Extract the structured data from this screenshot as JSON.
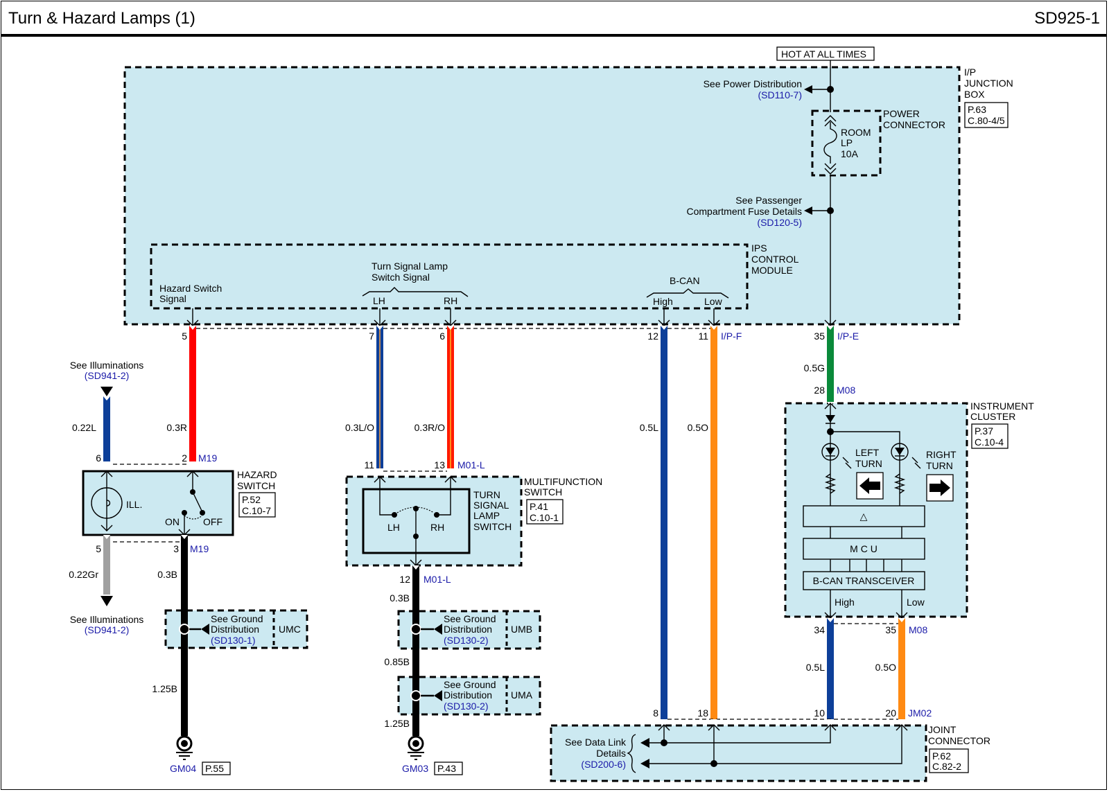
{
  "header": {
    "title": "Turn & Hazard Lamps (1)",
    "code": "SD925-1"
  },
  "power": {
    "label": "HOT AT ALL TIMES"
  },
  "junction_box": {
    "name_lines": [
      "I/P",
      "JUNCTION",
      "BOX"
    ],
    "ref_lines": [
      "P.63",
      "C.80-4/5"
    ],
    "power_dist_text": "See Power Distribution",
    "power_dist_ref": "(SD110-7)",
    "fuse_detail_lines": [
      "See Passenger",
      "Compartment Fuse Details"
    ],
    "fuse_detail_ref": "(SD120-5)",
    "power_connector_lines": [
      "POWER",
      "CONNECTOR"
    ],
    "fuse_lines": [
      "ROOM",
      "LP",
      "10A"
    ]
  },
  "ips_module": {
    "name_lines": [
      "IPS",
      "CONTROL",
      "MODULE"
    ],
    "hazard_signal_lines": [
      "Hazard Switch",
      "Signal"
    ],
    "turn_signal_lines": [
      "Turn Signal Lamp",
      "Switch Signal"
    ],
    "lh": "LH",
    "rh": "RH",
    "bcan": "B-CAN",
    "high": "High",
    "low": "Low"
  },
  "wires": {
    "hazard_signal": {
      "pin_top": "5",
      "gauge": "0.3R",
      "pin_bottom": "2",
      "color": "#ff0000"
    },
    "turn_lh": {
      "pin_top": "7",
      "gauge": "0.3L/O",
      "pin_bottom": "11",
      "color": "#0d3f99",
      "stripe": "#c08a55"
    },
    "turn_rh": {
      "pin_top": "6",
      "gauge": "0.3R/O",
      "pin_bottom": "13",
      "color": "#ff1a00",
      "stripe": "#ff8c1a"
    },
    "bcan_high": {
      "pin_top": "12",
      "gauge": "0.5L",
      "pin_bottom": "8",
      "color": "#0d3f99"
    },
    "bcan_low": {
      "pin_top": "11",
      "gauge": "0.5O",
      "pin_bottom": "18",
      "color": "#ff8a12"
    },
    "power": {
      "pin_top": "35",
      "gauge": "0.5G",
      "pin_bottom": "28",
      "color": "#0a8a3a"
    },
    "cluster_high": {
      "pin_top": "34",
      "gauge": "0.5L",
      "pin_bottom": "10",
      "color": "#0d3f99"
    },
    "cluster_low": {
      "pin_top": "35",
      "gauge": "0.5O",
      "pin_bottom": "20",
      "color": "#ff8a12"
    },
    "ill_top": {
      "gauge": "0.22L",
      "pin": "6",
      "color": "#0d3f99"
    },
    "ill_bottom": {
      "gauge": "0.22Gr",
      "pin": "5",
      "color": "#a0a0a0"
    },
    "hazard_ground": {
      "pin": "3",
      "gauge_upper": "0.3B",
      "gauge_lower": "1.25B"
    },
    "mfs_ground": {
      "pin": "12",
      "gauge_1": "0.3B",
      "gauge_2": "0.85B",
      "gauge_3": "1.25B"
    }
  },
  "connectors": {
    "ip_f": "I/P-F",
    "ip_e": "I/P-E",
    "m19": "M19",
    "m01l": "M01-L",
    "m08": "M08",
    "jm02": "JM02"
  },
  "illuminations": {
    "text": "See Illuminations",
    "ref": "(SD941-2)"
  },
  "hazard_switch": {
    "name_lines": [
      "HAZARD",
      "SWITCH"
    ],
    "ref_lines": [
      "P.52",
      "C.10-7"
    ],
    "ill": "ILL.",
    "on": "ON",
    "off": "OFF"
  },
  "multifunction_switch": {
    "name_lines": [
      "MULTIFUNCTION",
      "SWITCH"
    ],
    "ref_lines": [
      "P.41",
      "C.10-1"
    ],
    "inner_lines": [
      "TURN",
      "SIGNAL",
      "LAMP",
      "SWITCH"
    ],
    "lh": "LH",
    "rh": "RH"
  },
  "grounds": {
    "umc": {
      "text_lines": [
        "See Ground",
        "Distribution"
      ],
      "ref": "(SD130-1)",
      "label": "UMC"
    },
    "umb": {
      "text_lines": [
        "See Ground",
        "Distribution"
      ],
      "ref": "(SD130-2)",
      "label": "UMB"
    },
    "uma": {
      "text_lines": [
        "See Ground",
        "Distribution"
      ],
      "ref": "(SD130-2)",
      "label": "UMA"
    },
    "gm04": {
      "label": "GM04",
      "ref": "P.55"
    },
    "gm03": {
      "label": "GM03",
      "ref": "P.43"
    }
  },
  "instrument_cluster": {
    "name_lines": [
      "INSTRUMENT",
      "CLUSTER"
    ],
    "ref_lines": [
      "P.37",
      "C.10-4"
    ],
    "left_turn_lines": [
      "LEFT",
      "TURN"
    ],
    "right_turn_lines": [
      "RIGHT",
      "TURN"
    ],
    "delta": "△",
    "mcu": "M C U",
    "transceiver": "B-CAN TRANSCEIVER",
    "high": "High",
    "low": "Low"
  },
  "joint_connector": {
    "name_lines": [
      "JOINT",
      "CONNECTOR"
    ],
    "ref_lines": [
      "P.62",
      "C.82-2"
    ],
    "data_link_lines": [
      "See Data Link",
      "Details"
    ],
    "data_link_ref": "(SD200-6)"
  },
  "colors": {
    "module_fill": "#cce9f1",
    "link_blue": "#1a1aa8"
  }
}
